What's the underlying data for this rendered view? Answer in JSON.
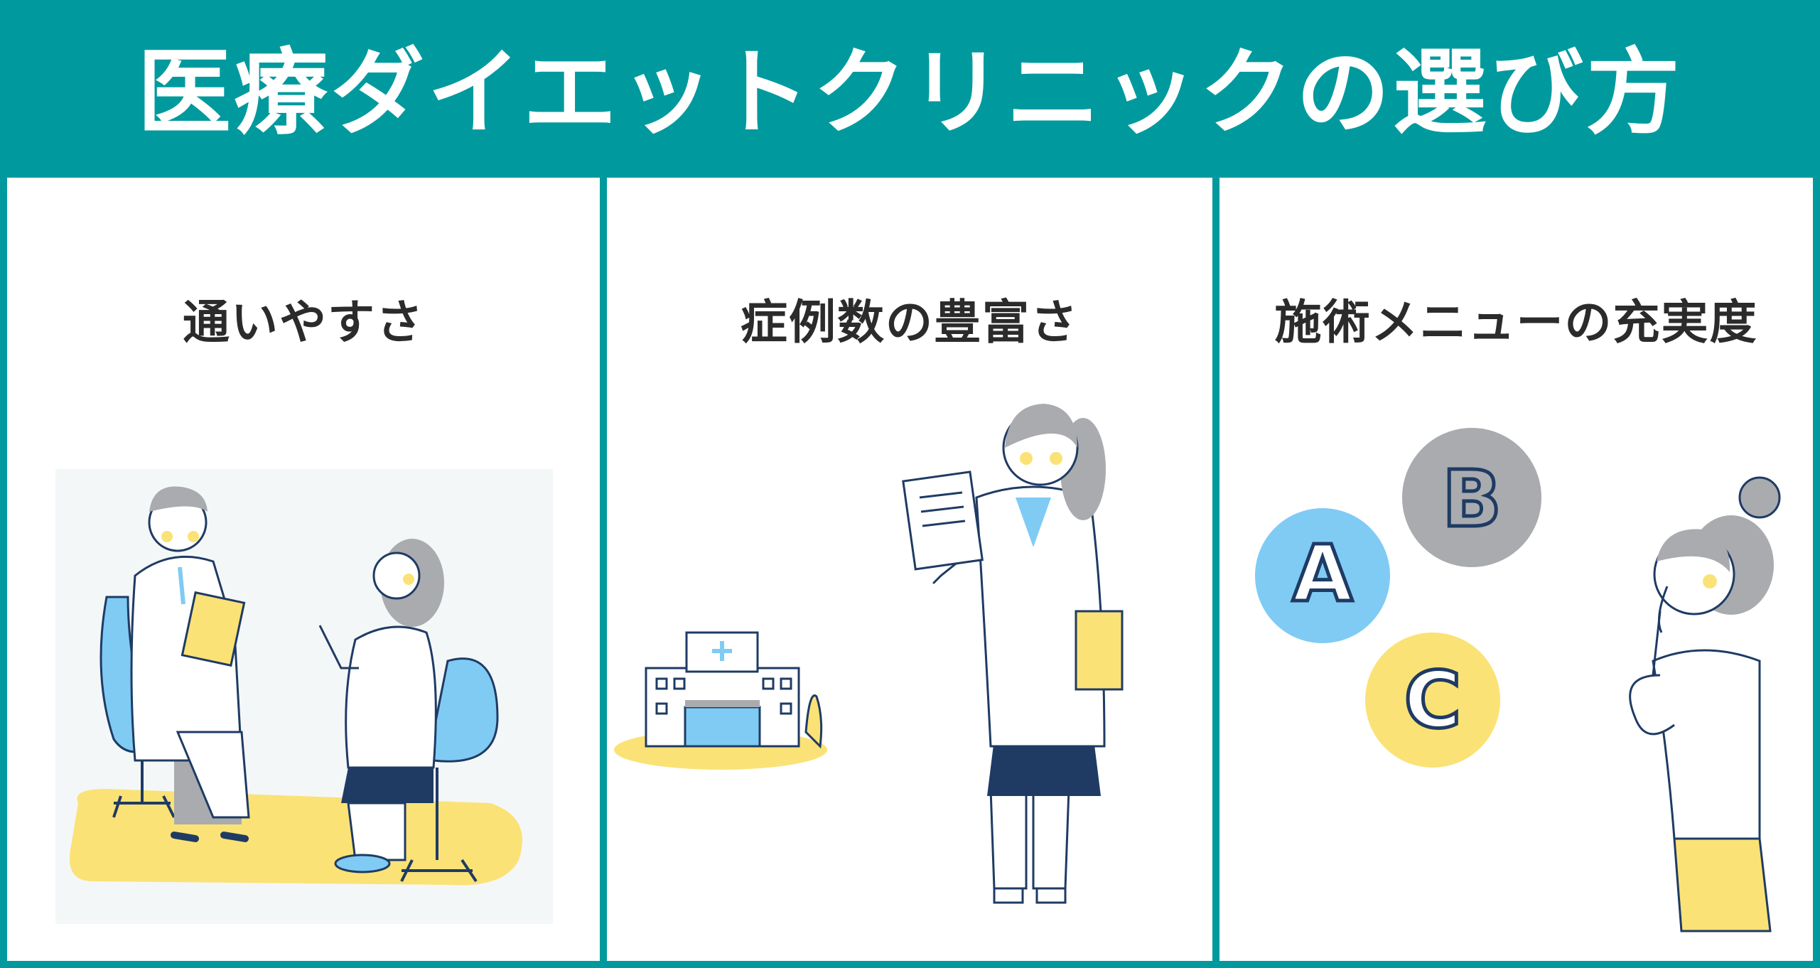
{
  "title": "医療ダイエットクリニックの選び方",
  "panels": [
    {
      "heading": "通いやすさ"
    },
    {
      "heading": "症例数の豊富さ"
    },
    {
      "heading": "施術メニューの充実度"
    }
  ],
  "options": [
    "A",
    "B",
    "C"
  ],
  "colors": {
    "teal": "#009a9e",
    "yellow": "#fbe276",
    "blue": "#7fcbf4",
    "gray": "#a9abae",
    "navy": "#1f3b64"
  }
}
